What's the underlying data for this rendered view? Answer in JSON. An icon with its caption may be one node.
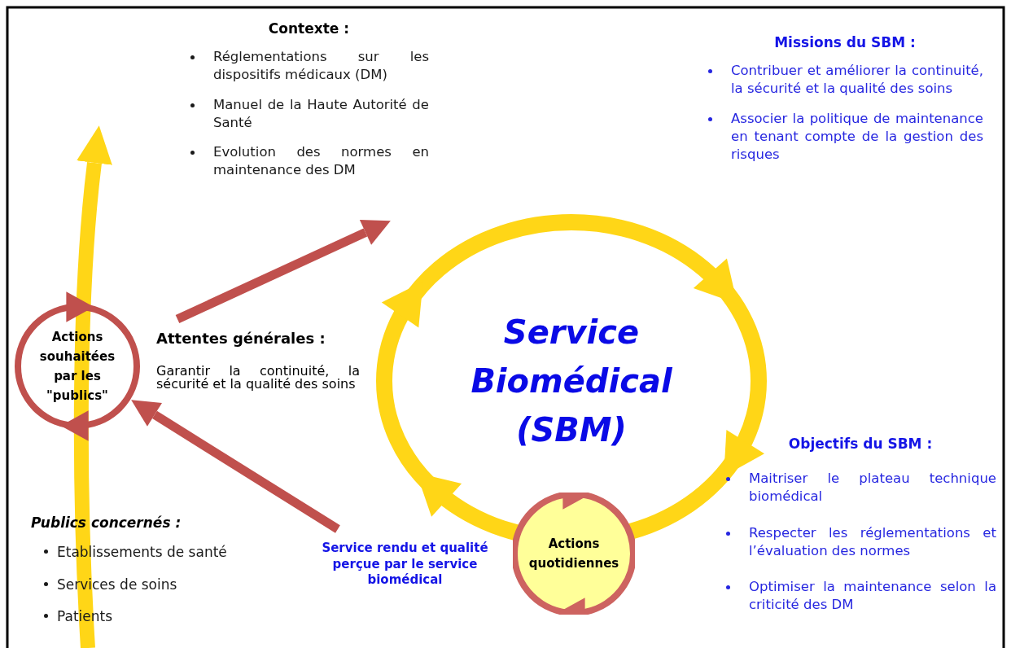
{
  "diagram": {
    "nodes": [
      {
        "text": [
          "Contexte :",
          "Réglementations sur les dispositifs médicaux (DM)",
          "Manuel de la Haute Autorité de Santé",
          "Evolution des normes en maintenance des DM"
        ]
      },
      {
        "text": [
          "Missions du SBM :",
          "Contribuer et améliorer la continuité, la sécurité et la qualité des soins",
          "Associer la politique de maintenance en tenant compte de la gestion des risques"
        ]
      },
      {
        "text": [
          "Service Biomédical (SBM)"
        ]
      },
      {
        "text": [
          "Objectifs du SBM :",
          "Maitriser le plateau technique biomédical",
          "Respecter les réglementations et l’évaluation des normes",
          "Optimiser la maintenance selon la criticité des DM"
        ]
      },
      {
        "text": [
          "Actions souhaitées par les \"publics\""
        ]
      },
      {
        "text": [
          "Attentes générales :",
          "Garantir la continuité, la sécurité et la qualité des soins"
        ]
      },
      {
        "text": [
          "Publics concernés :",
          "Etablissements de santé",
          "Services de soins",
          "Patients"
        ]
      },
      {
        "text": [
          "Service rendu et qualité perçue par le service biomédical"
        ]
      },
      {
        "text": [
          "Actions quotidiennes"
        ]
      }
    ],
    "edges": [
      {
        "from": 5,
        "to": 0,
        "arrow": "to"
      },
      {
        "from": 7,
        "to": 4,
        "arrow": "to"
      }
    ]
  }
}
